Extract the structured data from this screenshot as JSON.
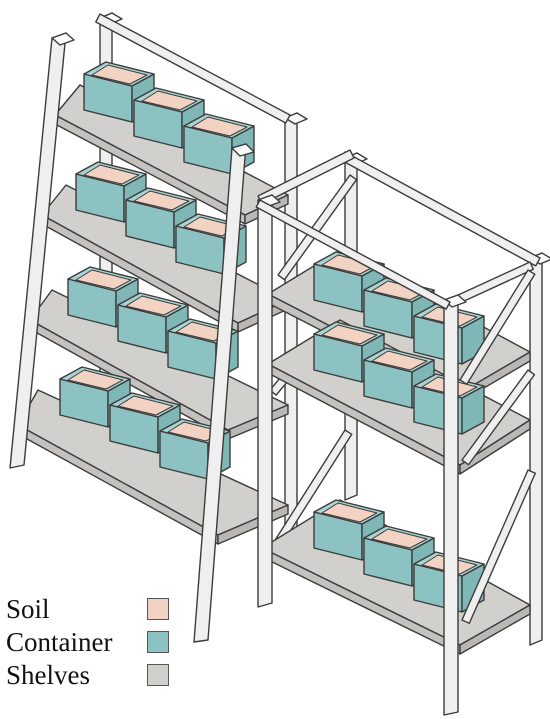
{
  "colors": {
    "soil": "#f2d2c2",
    "container_side": "#8dc2c2",
    "container_top": "#a9d4d3",
    "shelf": "#d2d0cc",
    "frame": "#efefef",
    "stroke": "#3c3c3c"
  },
  "legend": [
    {
      "label": "Soil",
      "color": "#f2d2c2"
    },
    {
      "label": "Container",
      "color": "#8dc2c2"
    },
    {
      "label": "Shelves",
      "color": "#d2d0cc"
    }
  ]
}
